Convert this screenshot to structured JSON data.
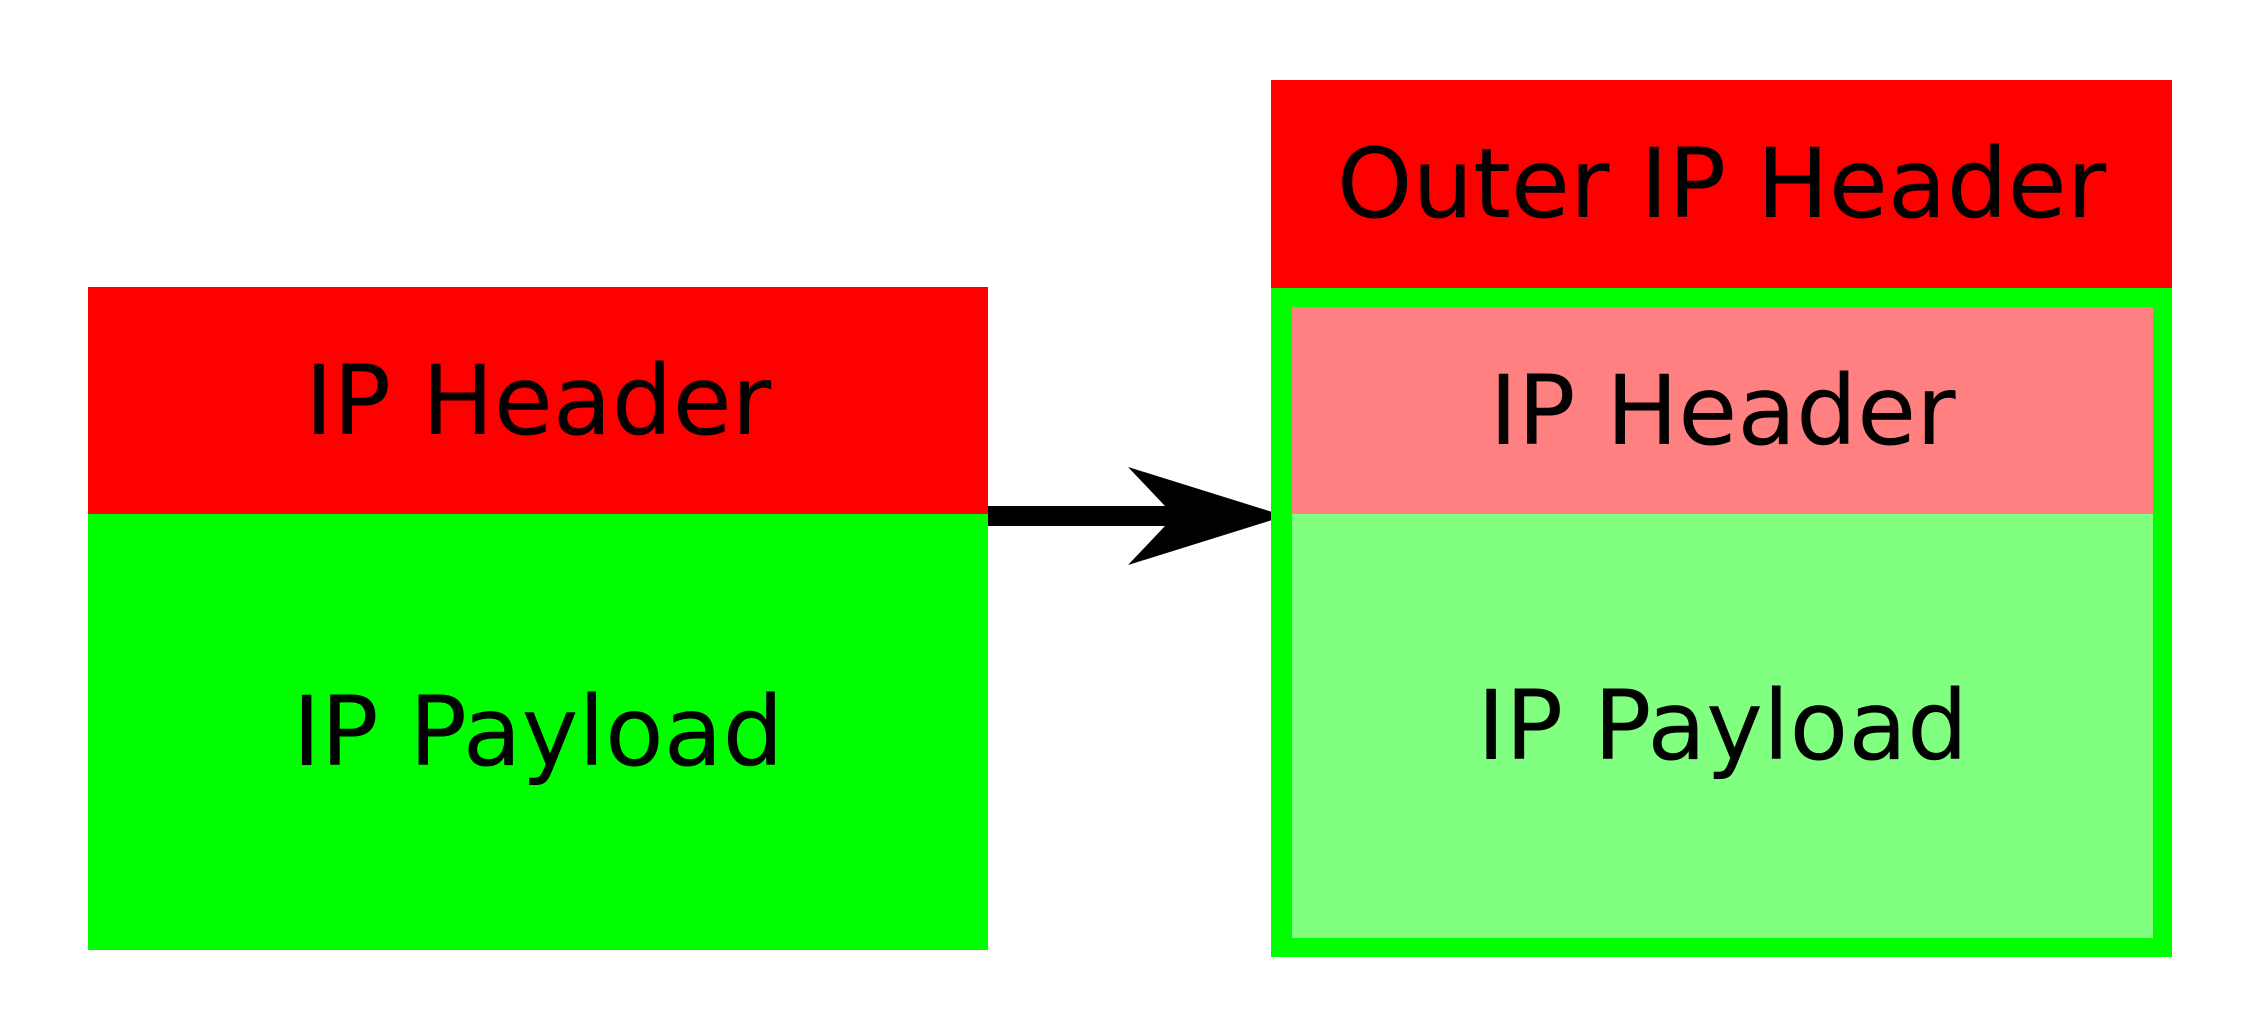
{
  "colors": {
    "header_red": "#ff0000",
    "payload_green": "#00ff00",
    "inner_header_pink": "#ff8080",
    "inner_payload_light_green": "#80ff80",
    "encapsulation_border_green": "#00ff00",
    "arrow_black": "#000000",
    "background_white": "#ffffff",
    "text_black": "#000000"
  },
  "original_packet": {
    "header_label": "IP Header",
    "payload_label": "IP Payload"
  },
  "encapsulated_packet": {
    "outer_header_label": "Outer IP Header",
    "inner_packet": {
      "header_label": "IP Header",
      "payload_label": "IP Payload"
    }
  },
  "arrow": {
    "direction": "right"
  }
}
